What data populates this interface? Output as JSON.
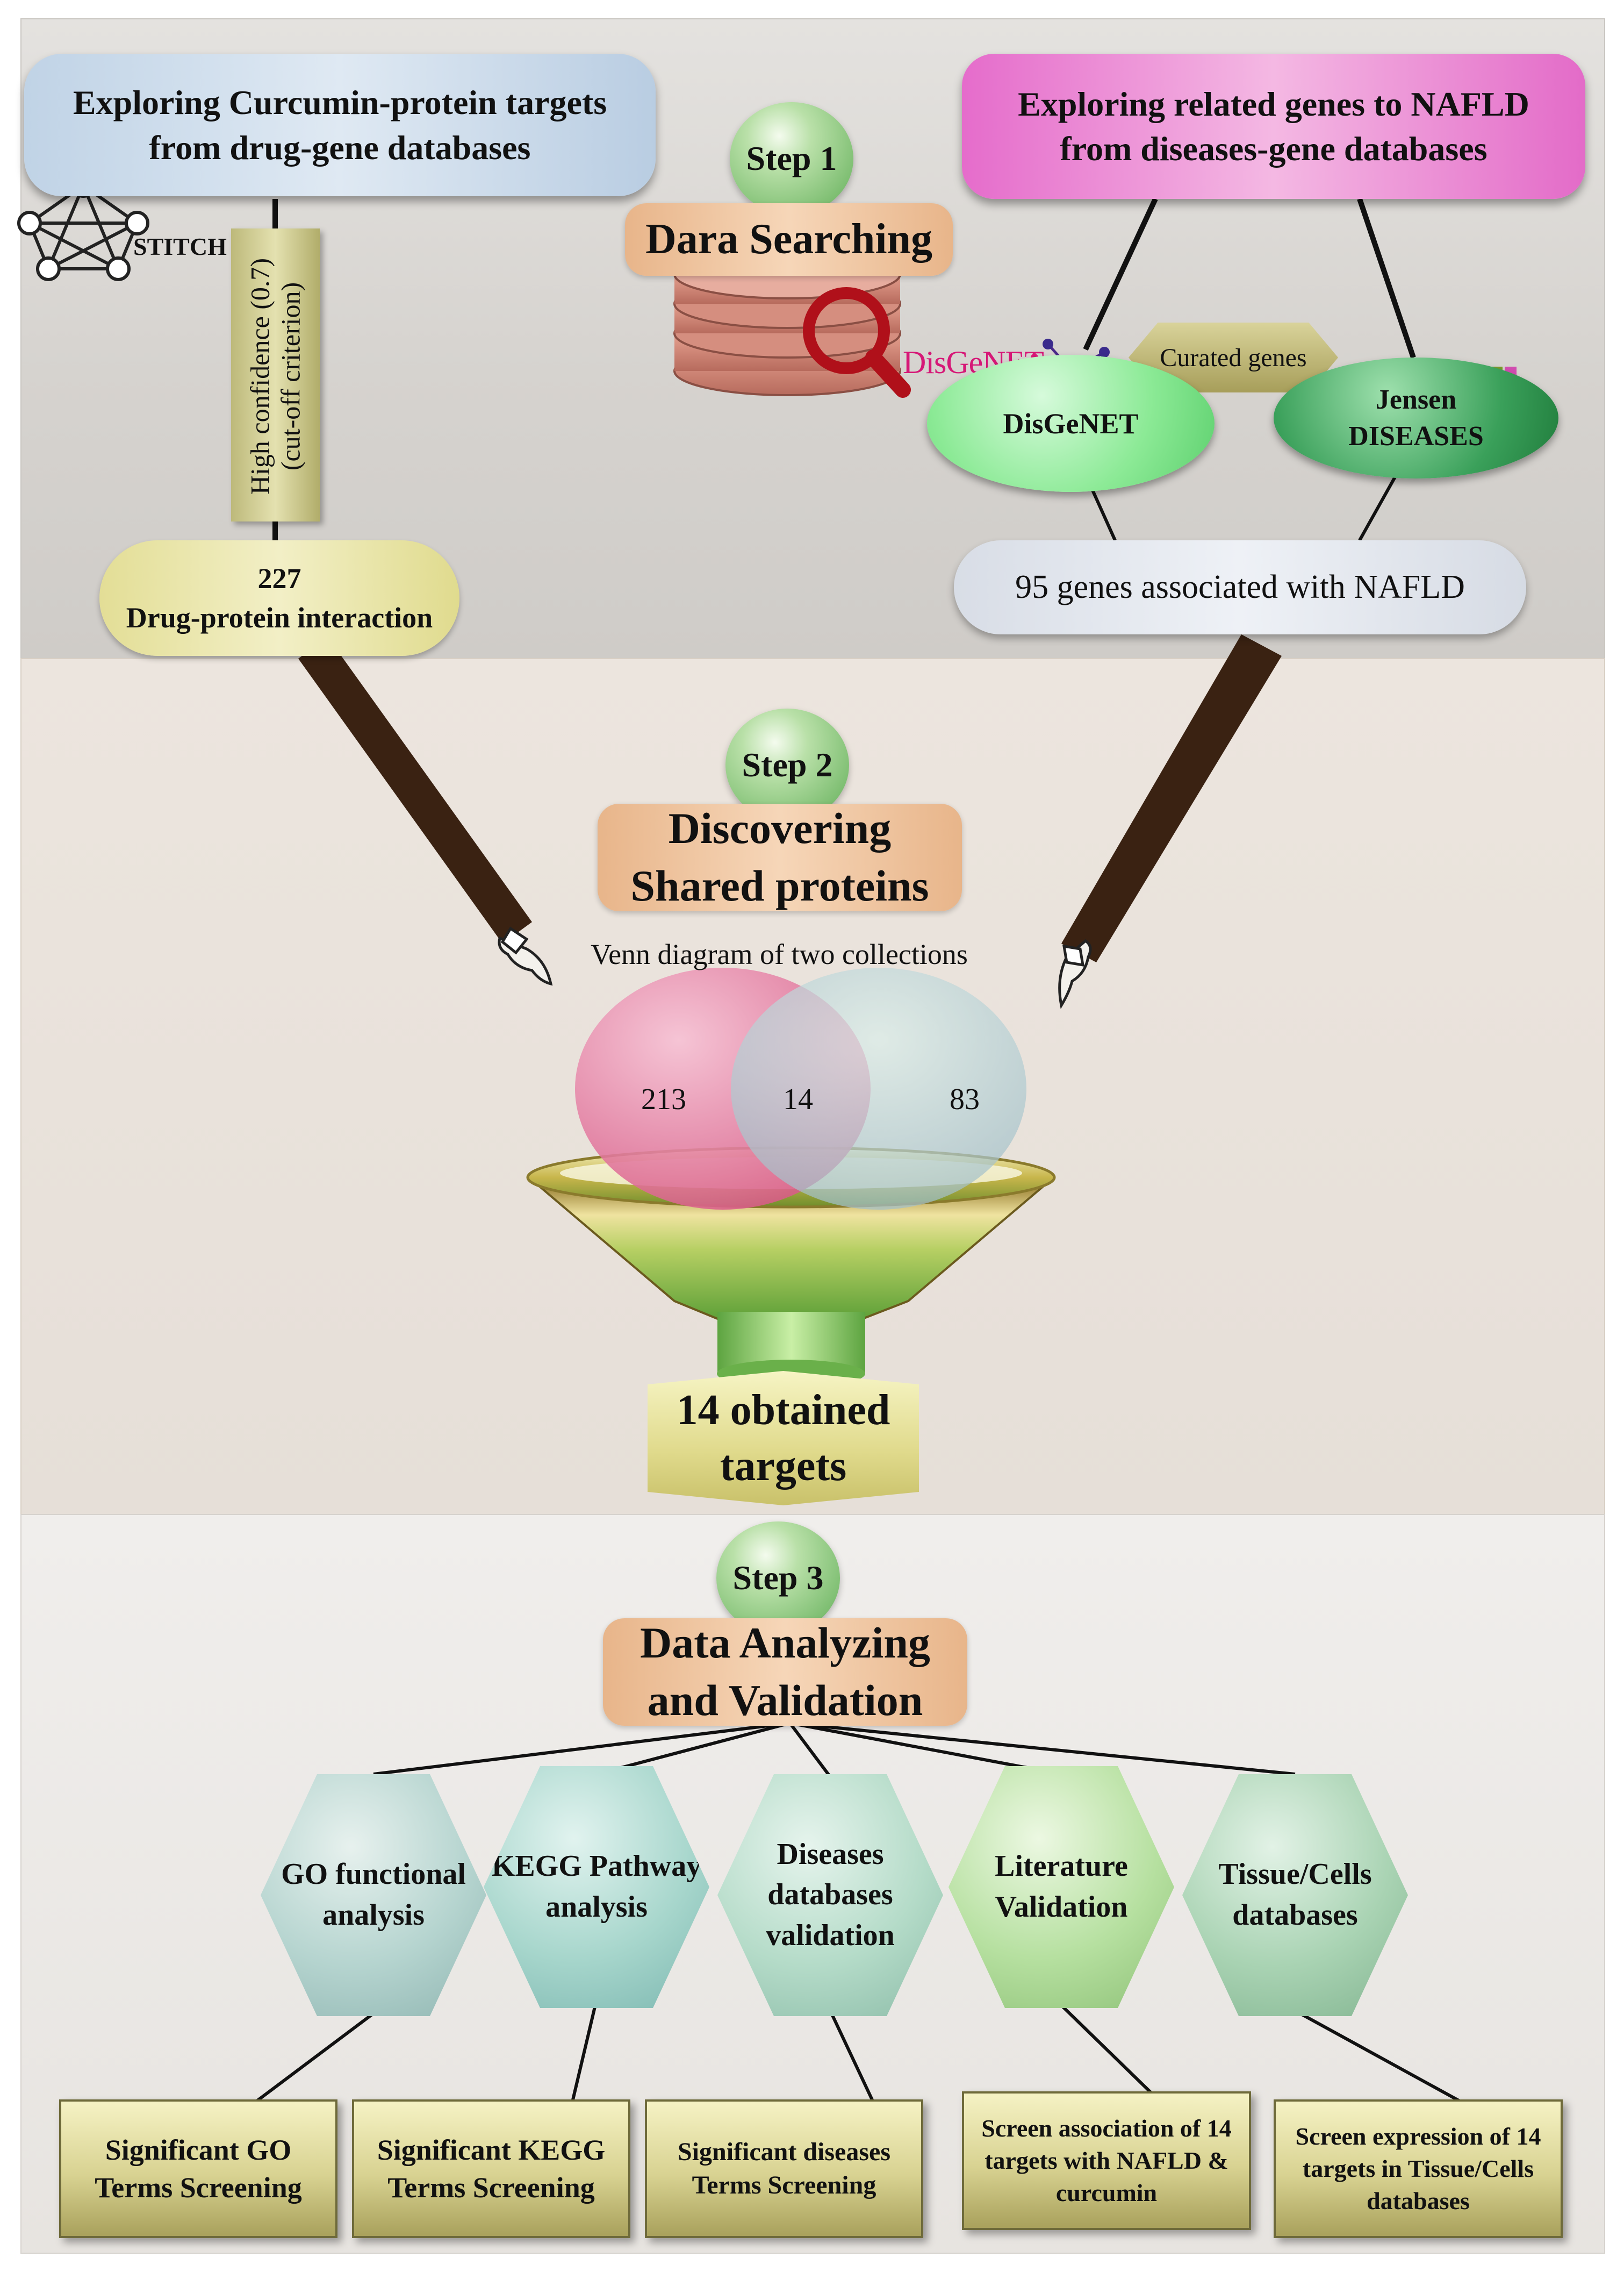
{
  "step1": {
    "step_label": "Step 1",
    "title": "Dara Searching",
    "left_box": "Exploring Curcumin-protein targets from drug-gene databases",
    "stitch_label": "STITCH",
    "confidence_line1": "High confidence (0.7)",
    "confidence_line2": "(cut-off criterion)",
    "count": "227",
    "interaction_label": "Drug-protein interaction",
    "right_box": "Exploring related genes to NAFLD from diseases-gene databases",
    "disgenet_logo": "DisGeNET",
    "curated_label": "Curated genes",
    "disgenet_label": "DisGeNET",
    "jensen_line1": "Jensen",
    "jensen_line2": "DISEASES",
    "genes_label": "95 genes associated with NAFLD"
  },
  "step2": {
    "step_label": "Step 2",
    "title_line1": "Discovering",
    "title_line2": "Shared proteins",
    "venn_caption": "Venn diagram of two collections",
    "venn": {
      "left_only": "213",
      "shared": "14",
      "right_only": "83"
    },
    "result_line1": "14 obtained",
    "result_line2": "targets"
  },
  "step3": {
    "step_label": "Step 3",
    "title_line1": "Data Analyzing",
    "title_line2": "and Validation",
    "hexagons": [
      {
        "label": "GO functional analysis",
        "color": "#b5d4cf"
      },
      {
        "label": "KEGG Pathway analysis",
        "color": "#a7d6cc"
      },
      {
        "label": "Diseases databases validation",
        "color": "#b4dbc8"
      },
      {
        "label": "Literature Validation",
        "color": "#b6e0a0"
      },
      {
        "label": "Tissue/Cells databases",
        "color": "#a9d3b3"
      }
    ],
    "results": [
      "Significant GO Terms Screening",
      "Significant KEGG Terms Screening",
      "Significant diseases Terms Screening",
      "Screen association of 14 targets with NAFLD & curcumin",
      "Screen expression of 14 targets in Tissue/Cells databases"
    ]
  },
  "colors": {
    "left_box": "#c4d7ea",
    "right_box": "#e978cc",
    "count_box": "#ece7a8",
    "genes_box": "#dfe3ea",
    "disgenet_ellipse": "#8cea96",
    "jensen_ellipse": "#3aa05a",
    "venn_left": "#e97aa0",
    "venn_right": "#a9d3d6",
    "arm": "#3a2212"
  }
}
